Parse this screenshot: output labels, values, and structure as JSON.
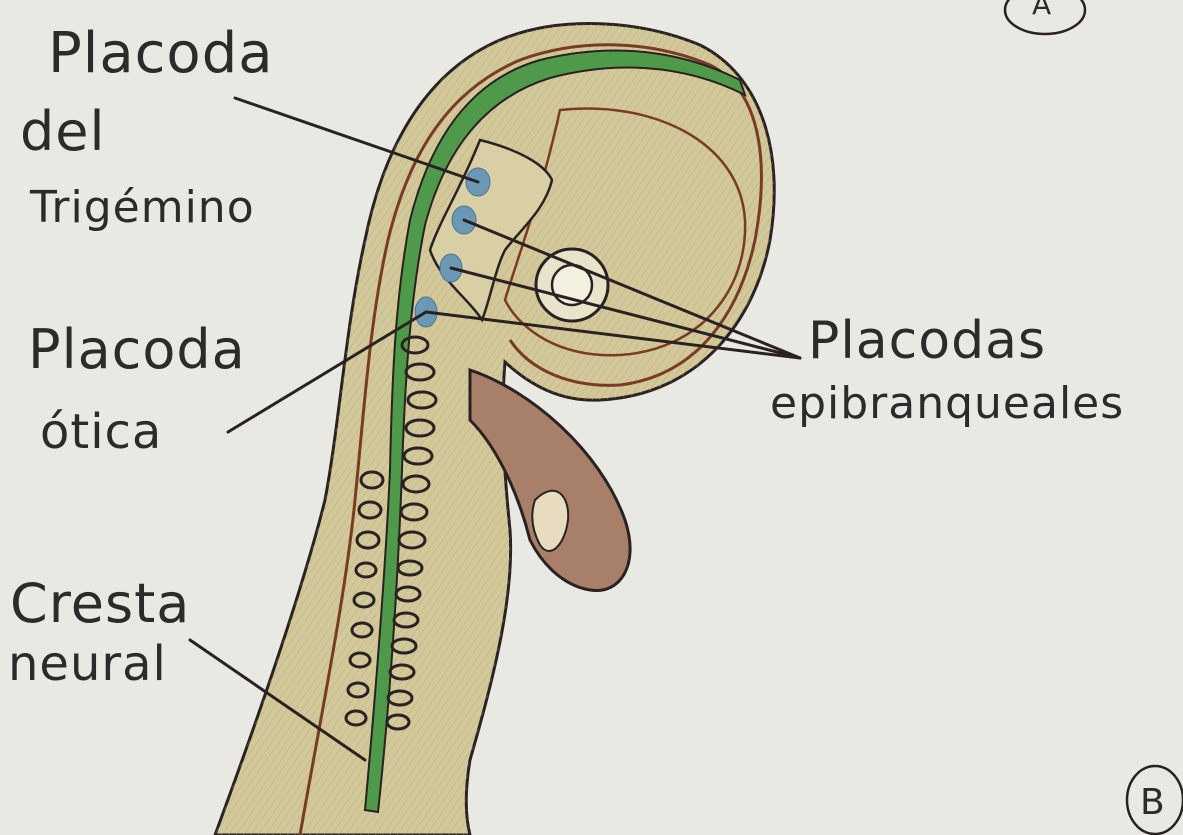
{
  "labels": {
    "trigeminal_line1": "Placoda",
    "trigeminal_line2": "del",
    "trigeminal_line3": "Trigémino",
    "otic_line1": "Placoda",
    "otic_line2": "ótica",
    "epibranchial_line1": "Placodas",
    "epibranchial_line2": "epibranqueales",
    "crest_line1": "Cresta",
    "crest_line2": "neural"
  },
  "panel_markers": {
    "top": "A",
    "bottom": "B"
  },
  "colors": {
    "paper": "#e9e9e4",
    "tissue": "#d2c89a",
    "outline": "#2a2222",
    "neural_tube": "#4f9a4a",
    "inner_line": "#7a3b24",
    "placode": "#6a98b5",
    "heart": "#a8806a",
    "ink": "#2b2b2b"
  }
}
